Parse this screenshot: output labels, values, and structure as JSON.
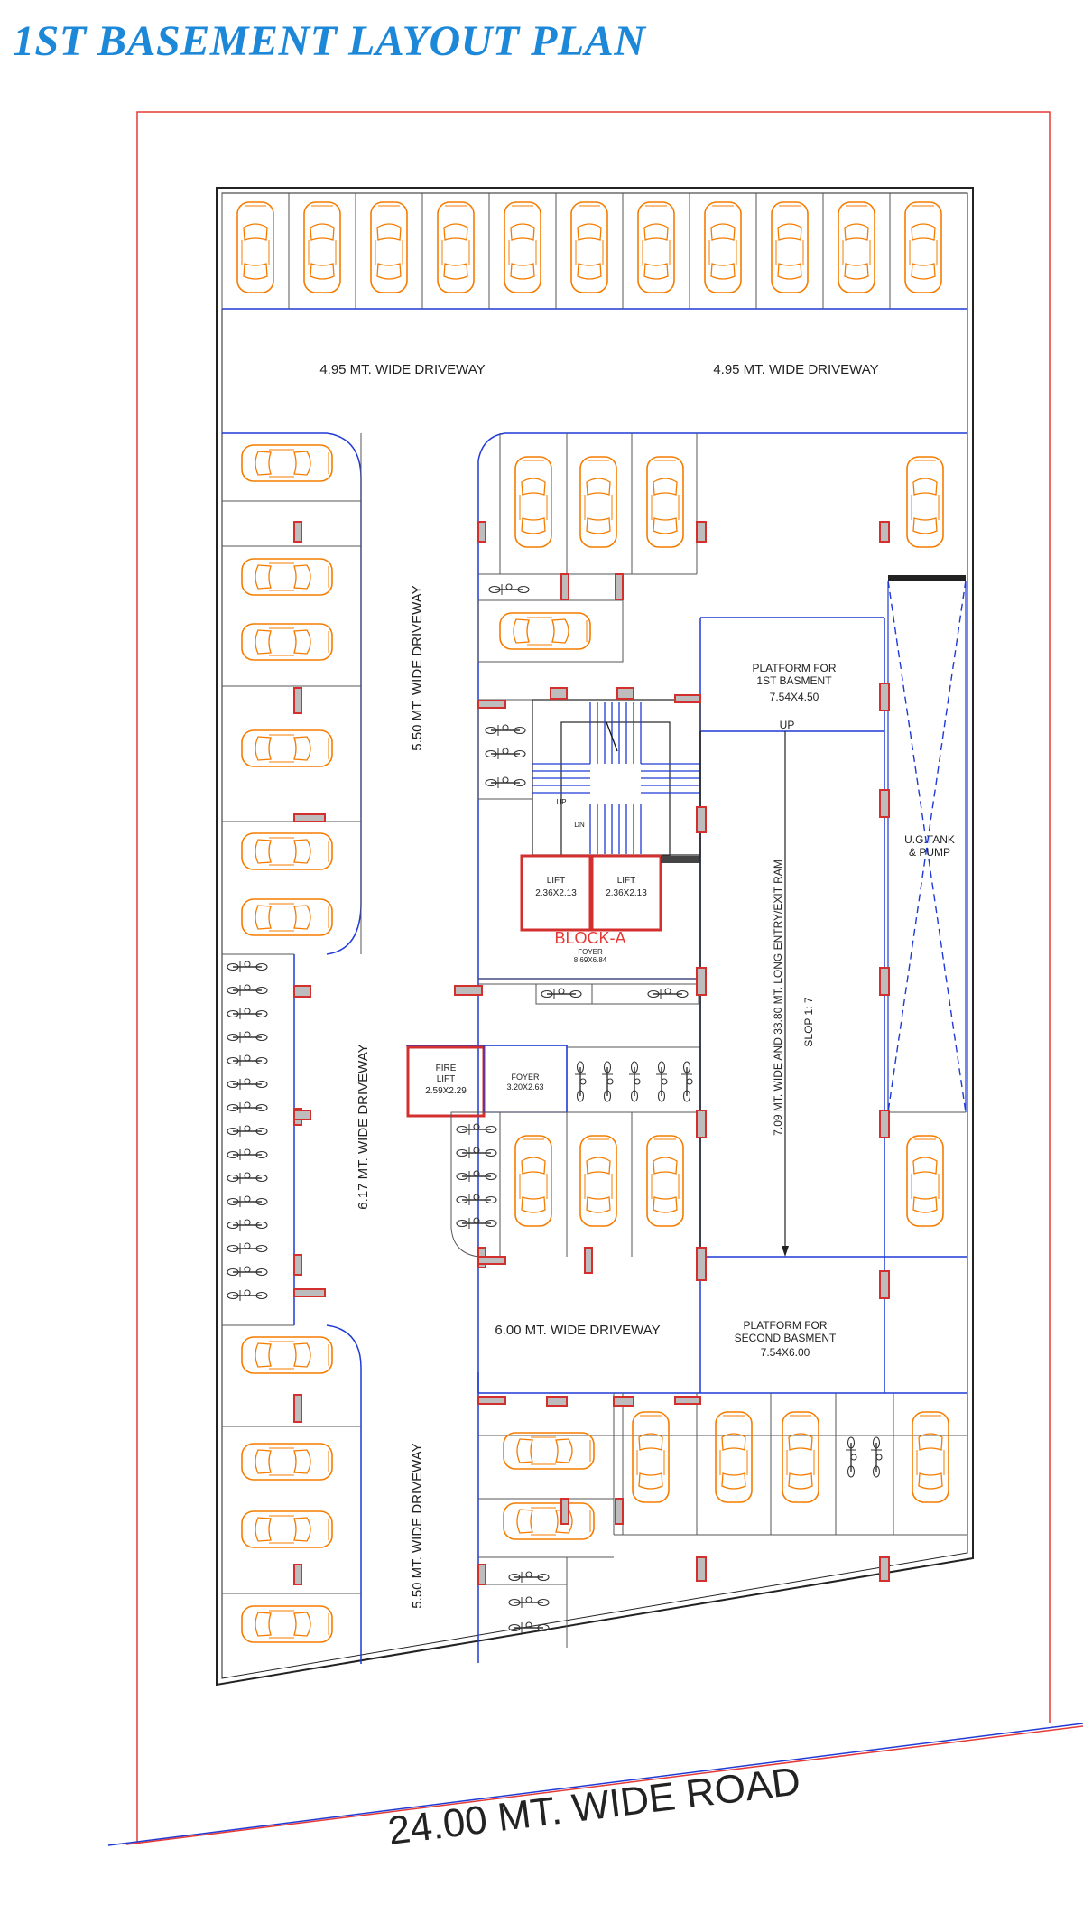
{
  "title": "1ST BASEMENT LAYOUT PLAN",
  "road_label": "24.00 MT. WIDE ROAD",
  "colors": {
    "title": "#1e88d8",
    "boundary": "#e53935",
    "driveway": "#1f3ad6",
    "car": "#f57c00",
    "column": "#d32f2f",
    "column_fill": "#bdbdbd",
    "block_label": "#e53935"
  },
  "icons": [
    "car-icon",
    "two-wheeler-icon"
  ],
  "labels": {
    "driveway_top_left": "4.95 MT. WIDE DRIVEWAY",
    "driveway_top_right": "4.95 MT. WIDE DRIVEWAY",
    "driveway_left_upper": "5.50 MT. WIDE DRIVEWAY",
    "driveway_left_mid": "6.17 MT. WIDE DRIVEWAY",
    "driveway_left_lower": "5.50 MT. WIDE DRIVEWAY",
    "driveway_bottom": "6.00 MT. WIDE DRIVEWAY",
    "platform1_l1": "PLATFORM FOR",
    "platform1_l2": "1ST BASMENT",
    "platform1_l3": "7.54X4.50",
    "up": "UP",
    "ramp": "7.09 MT. WIDE AND 33.80 MT. LONG ENTRY/EXIT RAM",
    "slope": "SLOP 1: 7",
    "tank_l1": "U.G.TANK",
    "tank_l2": "& PUMP",
    "lift1_l1": "LIFT",
    "lift1_l2": "2.36X2.13",
    "lift2_l1": "LIFT",
    "lift2_l2": "2.36X2.13",
    "block": "BLOCK-A",
    "foyer1_l1": "FOYER",
    "foyer1_l2": "8.69X6.84",
    "stair_up": "UP",
    "stair_dn": "DN",
    "fire_l1": "FIRE",
    "fire_l2": "LIFT",
    "fire_l3": "2.59X2.29",
    "foyer2_l1": "FOYER",
    "foyer2_l2": "3.20X2.63",
    "platform2_l1": "PLATFORM FOR",
    "platform2_l2": "SECOND BASMENT",
    "platform2_l3": "7.54X6.00"
  }
}
